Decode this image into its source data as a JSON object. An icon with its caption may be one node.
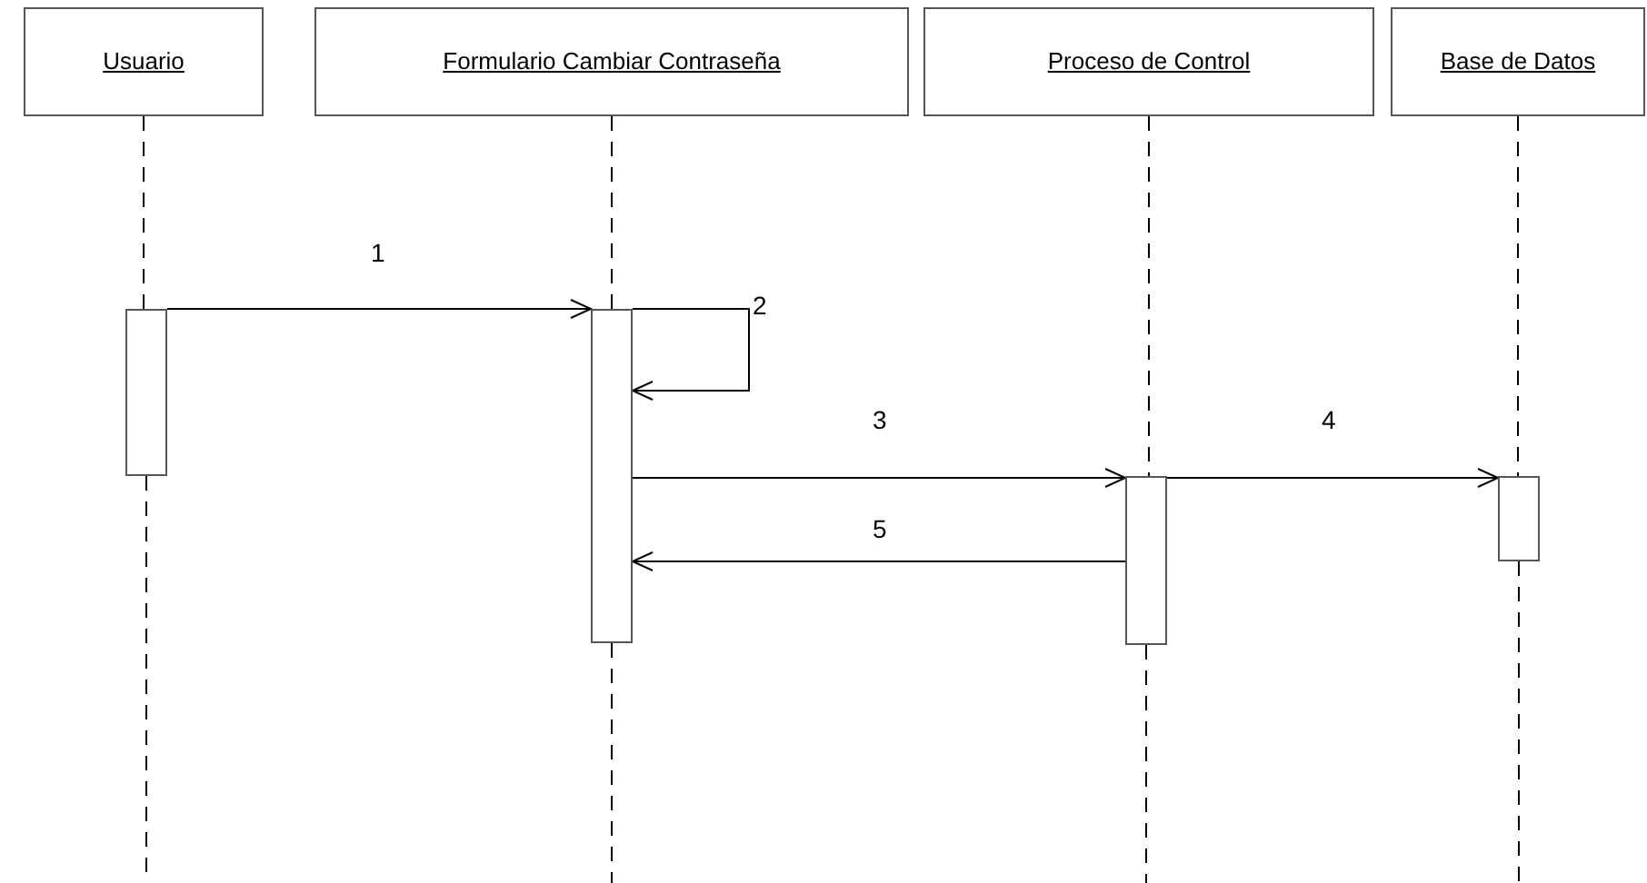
{
  "diagram": {
    "nodes": [
      {
        "text": [
          "Usuario"
        ]
      },
      {
        "text": [
          "Formulario Cambiar Contraseña"
        ]
      },
      {
        "text": [
          "Proceso de Control"
        ]
      },
      {
        "text": [
          "Base de Datos"
        ]
      },
      {
        "text": [],
        "shape": "bar"
      },
      {
        "text": [],
        "shape": "bar"
      },
      {
        "text": [],
        "shape": "bar"
      },
      {
        "text": [],
        "shape": "bar"
      }
    ],
    "edges": [
      {
        "from": 0,
        "to": 4,
        "arrow": "none",
        "style": "dashed"
      },
      {
        "from": 1,
        "to": 5,
        "arrow": "none",
        "style": "dashed"
      },
      {
        "from": 2,
        "to": 6,
        "arrow": "none",
        "style": "dashed"
      },
      {
        "from": 3,
        "to": 7,
        "arrow": "none",
        "style": "dashed"
      },
      {
        "from": 4,
        "to": 5,
        "arrow": "to",
        "label": "1"
      },
      {
        "from": 5,
        "to": 5,
        "arrow": "to",
        "label": "2"
      },
      {
        "from": 5,
        "to": 6,
        "arrow": "to",
        "label": "3"
      },
      {
        "from": 6,
        "to": 7,
        "arrow": "to",
        "label": "4"
      },
      {
        "from": 6,
        "to": 5,
        "arrow": "to",
        "label": "5"
      }
    ]
  }
}
